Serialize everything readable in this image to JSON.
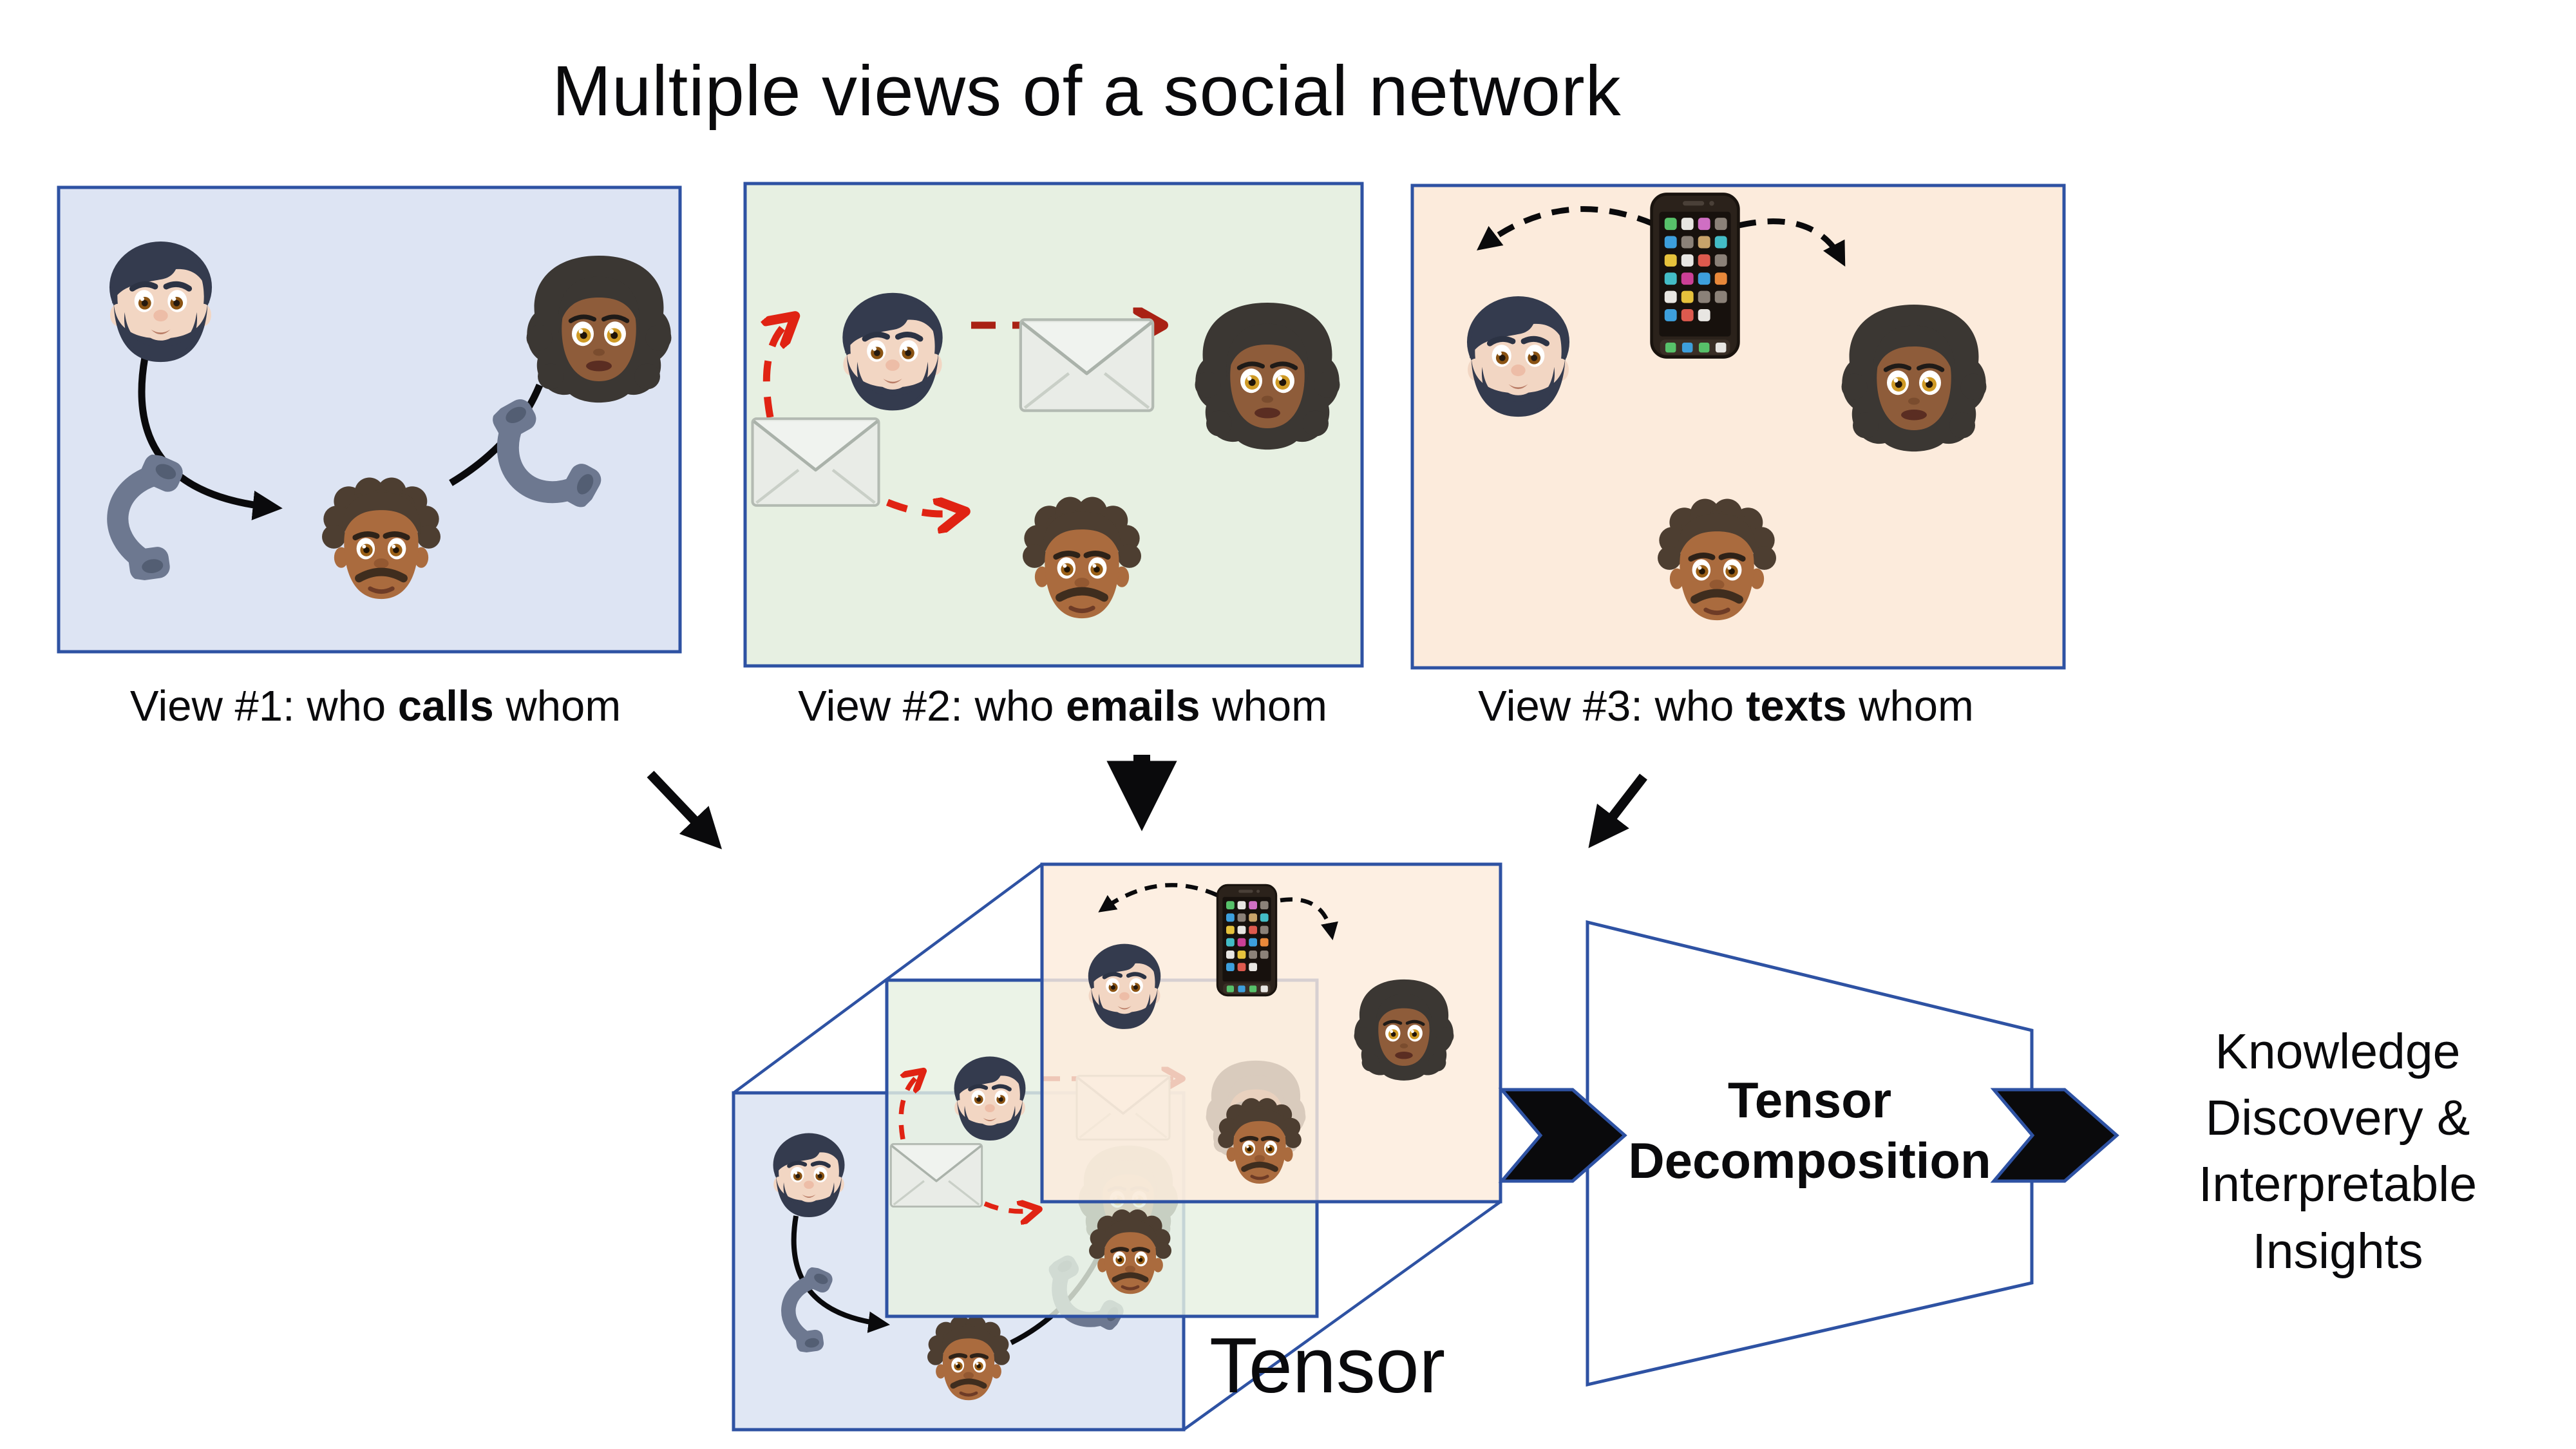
{
  "title": "Multiple views of a social network",
  "views": [
    {
      "caption_prefix": "View #1: who ",
      "caption_bold": "calls",
      "caption_suffix": " whom"
    },
    {
      "caption_prefix": "View #2: who ",
      "caption_bold": "emails",
      "caption_suffix": " whom"
    },
    {
      "caption_prefix": "View #3: who ",
      "caption_bold": "texts",
      "caption_suffix": " whom"
    }
  ],
  "tensor": {
    "label": "Tensor"
  },
  "decomposition": {
    "label": "Tensor\nDecomposition"
  },
  "outcome": {
    "label": "Knowledge\nDiscovery &\nInterpretable\nInsights"
  },
  "icons": {
    "person_a": "bearded-man-face",
    "person_b": "curly-haired-woman-face",
    "person_c": "curly-haired-man-face",
    "calls": "telephone-receiver",
    "emails": "envelope",
    "texts": "smartphone"
  },
  "colors": {
    "navy": "#2e52a3",
    "panel1": "#dde4f3",
    "panel2": "#e7f0e2",
    "panel3": "#fcebdc",
    "red-bright": "#e02313",
    "red-dark": "#a92114",
    "ink": "#0a0a0c"
  }
}
